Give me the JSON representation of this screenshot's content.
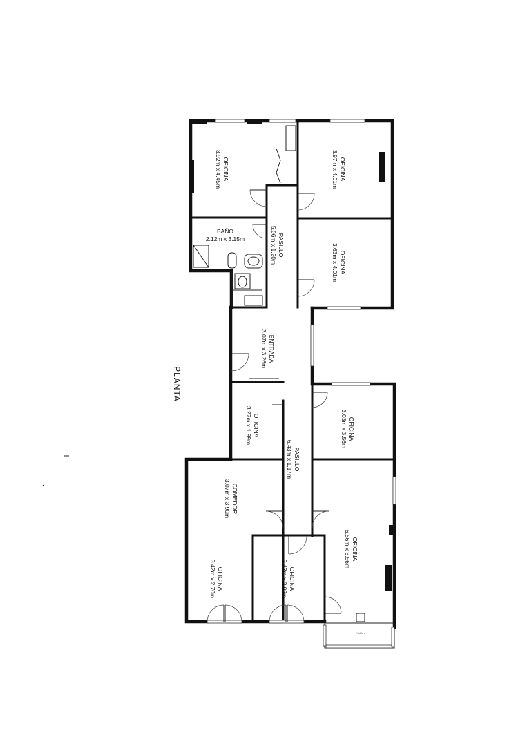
{
  "plan_title": "PLANTA",
  "rooms": [
    {
      "id": "oficina-1",
      "name": "OFICINA",
      "dims": "3.92m x 4.45m"
    },
    {
      "id": "oficina-2",
      "name": "OFICINA",
      "dims": "3.97m x 4.01m"
    },
    {
      "id": "bano",
      "name": "BAÑO",
      "dims": "2.12m x 3.15m"
    },
    {
      "id": "pasillo-1",
      "name": "PASILLO",
      "dims": "5.06m x 1.20m"
    },
    {
      "id": "oficina-3",
      "name": "OFICINA",
      "dims": "3.63m x 4.01m"
    },
    {
      "id": "entrada",
      "name": "ENTRADA",
      "dims": "3.07m x 3.26m"
    },
    {
      "id": "oficina-4",
      "name": "OFICINA",
      "dims": "3.27m x 1.99m"
    },
    {
      "id": "oficina-5",
      "name": "OFICINA",
      "dims": "3.03m x 3.56m"
    },
    {
      "id": "pasillo-2",
      "name": "PASILLO",
      "dims": "6.43m x 1.17m"
    },
    {
      "id": "comedor",
      "name": "COMEDOR",
      "dims": "3.07m x 3.90m"
    },
    {
      "id": "oficina-6",
      "name": "OFICINA",
      "dims": "6.56m x 3.56m"
    },
    {
      "id": "oficina-7",
      "name": "OFICINA",
      "dims": "3.42m x 2.70m"
    },
    {
      "id": "oficina-8",
      "name": "OFICINA",
      "dims": "3.42m x 3.09m"
    }
  ]
}
